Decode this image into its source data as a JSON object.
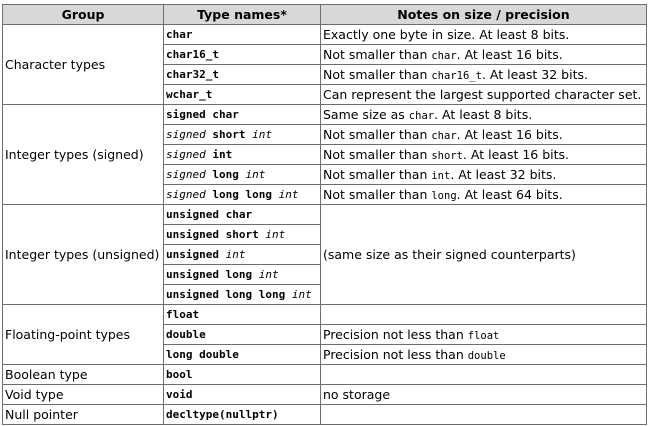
{
  "headers": {
    "group": "Group",
    "type_names": "Type names*",
    "notes": "Notes on size / precision"
  },
  "groups": {
    "character": "Character types",
    "signed": "Integer types (signed)",
    "unsigned": "Integer types (unsigned)",
    "floating": "Floating-point types",
    "boolean": "Boolean type",
    "void": "Void type",
    "null": "Null pointer"
  },
  "types": {
    "char": "char",
    "char16": "char16_t",
    "char32": "char32_t",
    "wchar": "wchar_t",
    "signed_char": [
      "signed char"
    ],
    "signed_short": [
      "signed",
      " short ",
      "int"
    ],
    "signed_int": [
      "signed",
      " int"
    ],
    "signed_long": [
      "signed",
      " long ",
      "int"
    ],
    "signed_long_long": [
      "signed",
      " long long ",
      "int"
    ],
    "unsigned_char": "unsigned char",
    "unsigned_short": [
      "unsigned short ",
      "int"
    ],
    "unsigned_int": [
      "unsigned ",
      "int"
    ],
    "unsigned_long": [
      "unsigned long ",
      "int"
    ],
    "unsigned_long_long": [
      "unsigned long long ",
      "int"
    ],
    "float": "float",
    "double": "double",
    "long_double": "long double",
    "bool": "bool",
    "void": "void",
    "decltype": "decltype(nullptr)"
  },
  "notes": {
    "char": "Exactly one byte in size. At least 8 bits.",
    "char16": [
      "Not smaller than ",
      "char",
      ". At least 16 bits."
    ],
    "char32": [
      "Not smaller than ",
      "char16_t",
      ". At least 32 bits."
    ],
    "wchar": "Can represent the largest supported character set.",
    "signed_char": [
      "Same size as ",
      "char",
      ". At least 8 bits."
    ],
    "signed_short": [
      "Not smaller than ",
      "char",
      ". At least 16 bits."
    ],
    "signed_int": [
      "Not smaller than ",
      "short",
      ". At least 16 bits."
    ],
    "signed_long": [
      "Not smaller than ",
      "int",
      ". At least 32 bits."
    ],
    "signed_long_long": [
      "Not smaller than ",
      "long",
      ". At least 64 bits."
    ],
    "unsigned": "(same size as their signed counterparts)",
    "double": [
      "Precision not less than ",
      "float"
    ],
    "long_double": [
      "Precision not less than ",
      "double"
    ],
    "void": "no storage"
  }
}
